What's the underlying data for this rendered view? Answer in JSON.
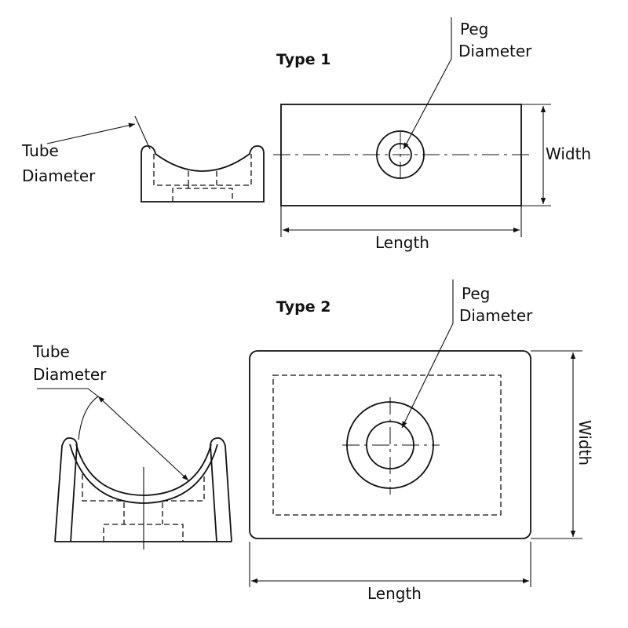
{
  "type1": {
    "title": "Type 1",
    "tube_label_line1": "Tube",
    "tube_label_line2": "Diameter",
    "peg_label_line1": "Peg",
    "peg_label_line2": "Diameter",
    "width_label": "Width",
    "length_label": "Length"
  },
  "type2": {
    "title": "Type 2",
    "tube_label_line1": "Tube",
    "tube_label_line2": "Diameter",
    "peg_label_line1": "Peg",
    "peg_label_line2": "Diameter",
    "width_label": "Width",
    "length_label": "Length"
  }
}
